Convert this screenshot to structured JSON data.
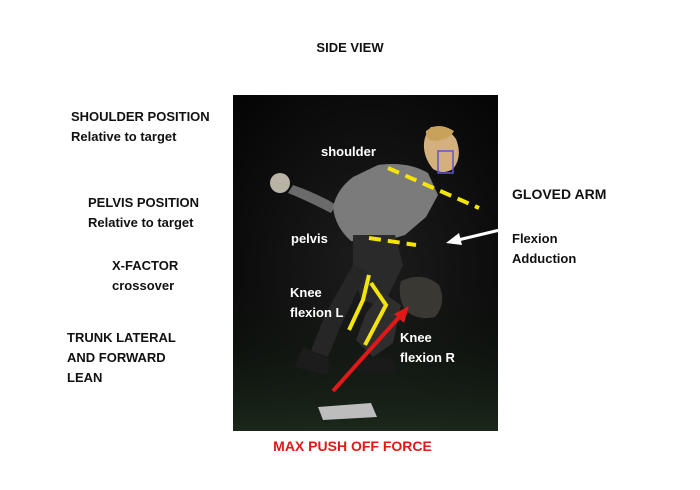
{
  "title": "SIDE  VIEW",
  "left_labels": {
    "shoulder_position": [
      "SHOULDER  POSITION",
      "Relative to target"
    ],
    "pelvis_position": [
      "PELVIS POSITION",
      "Relative to target"
    ],
    "x_factor": [
      "X-FACTOR",
      "crossover"
    ],
    "trunk_lean": [
      "TRUNK  LATERAL",
      "AND FORWARD",
      "LEAN"
    ]
  },
  "right_labels": {
    "gloved_arm": "GLOVED ARM",
    "flexion_adduction": [
      "Flexion",
      "Adduction"
    ]
  },
  "photo_labels": {
    "shoulder": "shoulder",
    "pelvis": "pelvis",
    "knee_left": [
      "Knee",
      "flexion L"
    ],
    "knee_right": [
      "Knee",
      "flexion R"
    ]
  },
  "bottom_label": "MAX PUSH OFF FORCE",
  "colors": {
    "annotation_yellow": "#f5e40c",
    "force_arrow": "#e01818",
    "bottom_label": "#e01818",
    "pointer_arrow": "#ffffff",
    "photo_background": "#0b0b0b"
  }
}
